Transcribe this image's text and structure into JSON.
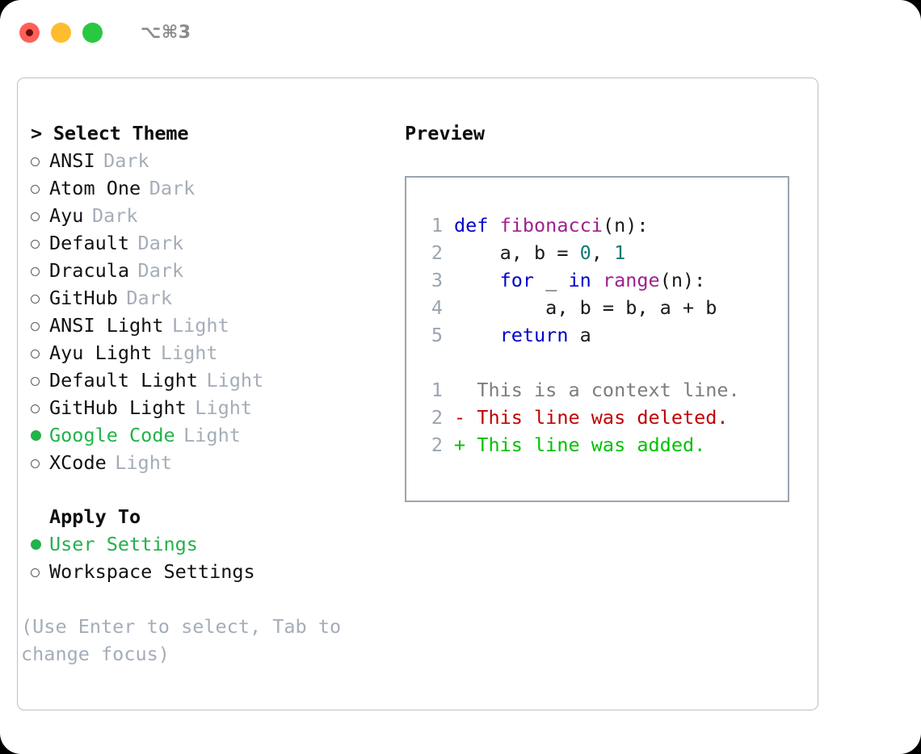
{
  "titlebar": {
    "shortcut": "⌥⌘3",
    "buttons": [
      {
        "name": "close",
        "color": "#ff6058"
      },
      {
        "name": "minimize",
        "color": "#ffbd2e"
      },
      {
        "name": "maximize",
        "color": "#28c840"
      }
    ]
  },
  "theme_panel": {
    "heading": "> Select Theme",
    "options": [
      {
        "label": "ANSI",
        "kind": "Dark",
        "selected": false
      },
      {
        "label": "Atom One",
        "kind": "Dark",
        "selected": false
      },
      {
        "label": "Ayu",
        "kind": "Dark",
        "selected": false
      },
      {
        "label": "Default",
        "kind": "Dark",
        "selected": false
      },
      {
        "label": "Dracula",
        "kind": "Dark",
        "selected": false
      },
      {
        "label": "GitHub",
        "kind": "Dark",
        "selected": false
      },
      {
        "label": "ANSI Light",
        "kind": "Light",
        "selected": false
      },
      {
        "label": "Ayu Light",
        "kind": "Light",
        "selected": false
      },
      {
        "label": "Default Light",
        "kind": "Light",
        "selected": false
      },
      {
        "label": "GitHub Light",
        "kind": "Light",
        "selected": false
      },
      {
        "label": "Google Code",
        "kind": "Light",
        "selected": true
      },
      {
        "label": "XCode",
        "kind": "Light",
        "selected": false
      }
    ]
  },
  "apply_to": {
    "heading": "Apply To",
    "options": [
      {
        "label": "User Settings",
        "selected": true
      },
      {
        "label": "Workspace Settings",
        "selected": false
      }
    ]
  },
  "hint": "(Use Enter to select, Tab to change focus)",
  "preview": {
    "heading": "Preview",
    "code_lines": [
      {
        "num": "1",
        "tokens": [
          {
            "text": "def ",
            "cls": "t-kw"
          },
          {
            "text": "fibonacci",
            "cls": "t-fn"
          },
          {
            "text": "(n):",
            "cls": "t-punct"
          }
        ]
      },
      {
        "num": "2",
        "tokens": [
          {
            "text": "    a, b = ",
            "cls": "t-plain"
          },
          {
            "text": "0",
            "cls": "t-num"
          },
          {
            "text": ", ",
            "cls": "t-plain"
          },
          {
            "text": "1",
            "cls": "t-num"
          }
        ]
      },
      {
        "num": "3",
        "tokens": [
          {
            "text": "    ",
            "cls": "t-plain"
          },
          {
            "text": "for",
            "cls": "t-kw"
          },
          {
            "text": " _ ",
            "cls": "t-plain"
          },
          {
            "text": "in",
            "cls": "t-kw"
          },
          {
            "text": " ",
            "cls": "t-plain"
          },
          {
            "text": "range",
            "cls": "t-fn"
          },
          {
            "text": "(n):",
            "cls": "t-punct"
          }
        ]
      },
      {
        "num": "4",
        "tokens": [
          {
            "text": "        a, b = b, a + b",
            "cls": "t-plain"
          }
        ]
      },
      {
        "num": "5",
        "tokens": [
          {
            "text": "    ",
            "cls": "t-plain"
          },
          {
            "text": "return",
            "cls": "t-kw"
          },
          {
            "text": " a",
            "cls": "t-plain"
          }
        ]
      }
    ],
    "diff_lines": [
      {
        "num": "1",
        "marker": "  ",
        "text": "This is a context line.",
        "cls": "d-ctx"
      },
      {
        "num": "2",
        "marker": "- ",
        "text": "This line was deleted.",
        "cls": "d-del"
      },
      {
        "num": "2",
        "marker": "+ ",
        "text": "This line was added.",
        "cls": "d-add"
      }
    ]
  },
  "colors": {
    "accent_green": "#23b24b",
    "muted": "#a5adb8",
    "border": "#9aa5b1",
    "keyword": "#0000cd",
    "function": "#a0208c",
    "number": "#0b7a75",
    "diff_added": "#00c000",
    "diff_deleted": "#c00000",
    "diff_context": "#7d7d7d"
  }
}
